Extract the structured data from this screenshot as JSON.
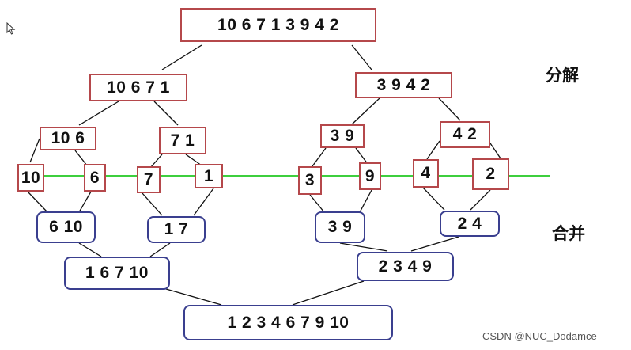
{
  "labels": {
    "split": "分解",
    "merge": "合并"
  },
  "watermark": "CSDN @NUC_Dodamce",
  "split_nodes": {
    "root": "10 6 7 1 3 9 4 2",
    "l": "10 6 7 1",
    "r": "3 9 4 2",
    "ll": "10 6",
    "lr": "7 1",
    "rl": "3 9",
    "rr": "4 2",
    "leaf_10": "10",
    "leaf_6": "6",
    "leaf_7": "7",
    "leaf_1": "1",
    "leaf_3": "3",
    "leaf_9": "9",
    "leaf_4": "4",
    "leaf_2": "2"
  },
  "merge_nodes": {
    "m_ll": "6 10",
    "m_lr": "1 7",
    "m_rl": "3 9",
    "m_rr": "2 4",
    "m_l": "1 6 7 10",
    "m_r": "2 3 4 9",
    "m_root": "1 2 3 4 6 7 9 10"
  },
  "colors": {
    "split_border": "#b5484b",
    "merge_border": "#3a3f8f",
    "divider_line": "#3ecf3e"
  }
}
